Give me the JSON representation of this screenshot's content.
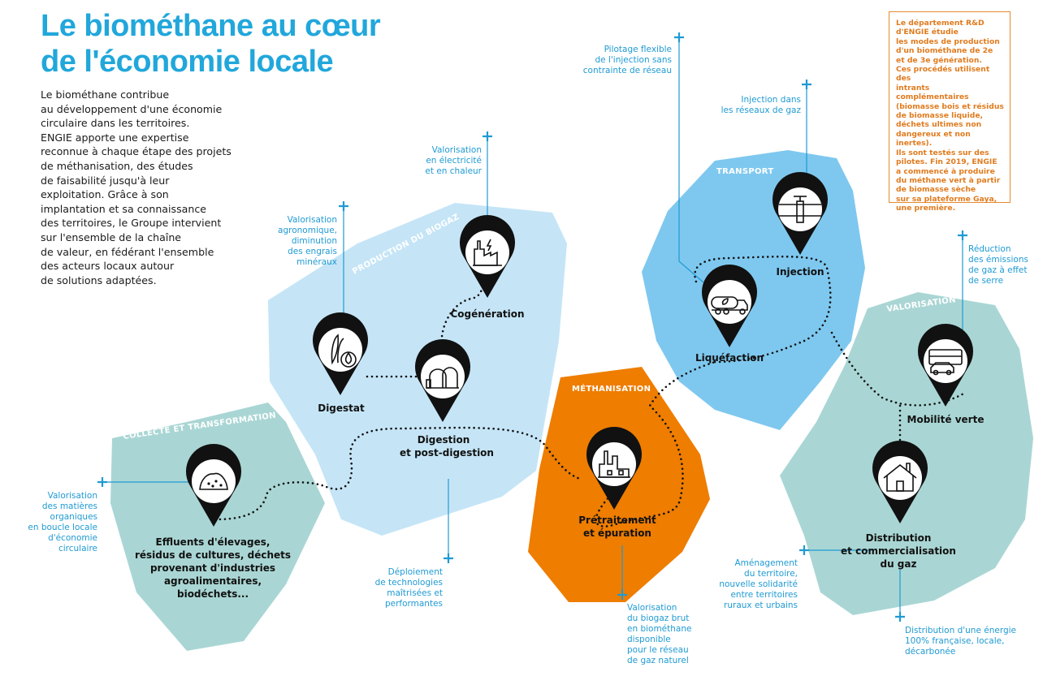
{
  "title_lines": [
    "Le biométhane au cœur",
    "de l'économie locale"
  ],
  "intro_lines": [
    "Le biométhane contribue",
    "au développement d'une économie",
    "circulaire dans les territoires.",
    "ENGIE apporte une expertise",
    "reconnue à chaque étape des projets",
    "de méthanisation, des études",
    "de faisabilité jusqu'à leur",
    "exploitation. Grâce à son",
    "implantation et sa connaissance",
    "des territoires, le Groupe intervient",
    "sur l'ensemble de la chaîne",
    "de valeur, en fédérant l'ensemble",
    "des acteurs locaux autour",
    "de solutions adaptées."
  ],
  "rnd_box_lines": [
    "Le département R&D",
    "d'ENGIE étudie",
    "les modes de production",
    "d'un biométhane de 2e",
    "et de 3e génération.",
    "Ces procédés utilisent des",
    "intrants complémentaires",
    "(biomasse bois et résidus",
    "de biomasse liquide,",
    "déchets ultimes non",
    "dangereux et non inertes).",
    "Ils sont testés sur des",
    "pilotes. Fin 2019, ENGIE",
    "a commencé à produire",
    "du méthane vert à partir",
    "de biomasse sèche",
    "sur sa plateforme Gaya,",
    "une première."
  ],
  "colors": {
    "accent": "#21a7db",
    "collecte": "#a9d6d4",
    "production": "#c5e5f7",
    "methanisation": "#ee7d00",
    "transport": "#7ec8ef",
    "valorisation": "#a9d6d4",
    "pin": "#111111",
    "rnd": "#e07b1e"
  },
  "zones": {
    "collecte": "COLLECTE ET TRANSFORMATION",
    "production": "PRODUCTION DU BIOGAZ",
    "methanisation": "MÉTHANISATION",
    "transport": "TRANSPORT",
    "valorisation": "VALORISATION"
  },
  "stages": {
    "effluents": {
      "icon": "manure-pile-icon",
      "lines": [
        "Effluents d'élevages,",
        "résidus de cultures, déchets",
        "provenant d'industries",
        "agroalimentaires,",
        "biodéchets..."
      ]
    },
    "digestat": {
      "icon": "crop-drop-icon",
      "lines": [
        "Digestat"
      ]
    },
    "digestion": {
      "icon": "digester-icon",
      "lines": [
        "Digestion",
        "et post-digestion"
      ]
    },
    "cogeneration": {
      "icon": "power-plant-icon",
      "lines": [
        "Cogénération"
      ]
    },
    "pretraitement": {
      "icon": "purification-plant-icon",
      "lines": [
        "Prétraitement",
        "et épuration"
      ]
    },
    "liquefaction": {
      "icon": "tanker-truck-icon",
      "lines": [
        "Liquéfaction"
      ]
    },
    "injection": {
      "icon": "gas-valve-icon",
      "lines": [
        "Injection"
      ]
    },
    "mobilite": {
      "icon": "bus-car-icon",
      "lines": [
        "Mobilité verte"
      ]
    },
    "distribution": {
      "icon": "house-icon",
      "lines": [
        "Distribution",
        "et commercialisation",
        "du gaz"
      ]
    }
  },
  "annotations": {
    "matieres": [
      "Valorisation",
      "des matières",
      "organiques",
      "en boucle locale",
      "d'économie",
      "circulaire"
    ],
    "agronomique": [
      "Valorisation",
      "agronomique,",
      "diminution",
      "des engrais",
      "minéraux"
    ],
    "electricite": [
      "Valorisation",
      "en électricité",
      "et en chaleur"
    ],
    "technologies": [
      "Déploiement",
      "de technologies",
      "maîtrisées et",
      "performantes"
    ],
    "biogaz": [
      "Valorisation",
      "du biogaz brut",
      "en biométhane",
      "disponible",
      "pour le réseau",
      "de gaz naturel"
    ],
    "pilotage": [
      "Pilotage flexible",
      "de l'injection sans",
      "contrainte de réseau"
    ],
    "injection_reseaux": [
      "Injection dans",
      "les réseaux de gaz"
    ],
    "reduction": [
      "Réduction",
      "des émissions",
      "de gaz à effet",
      "de serre"
    ],
    "amenagement": [
      "Aménagement",
      "du territoire,",
      "nouvelle solidarité",
      "entre territoires",
      "ruraux et urbains"
    ],
    "energie": [
      "Distribution d'une énergie",
      "100% française, locale,",
      "décarbonée"
    ]
  }
}
